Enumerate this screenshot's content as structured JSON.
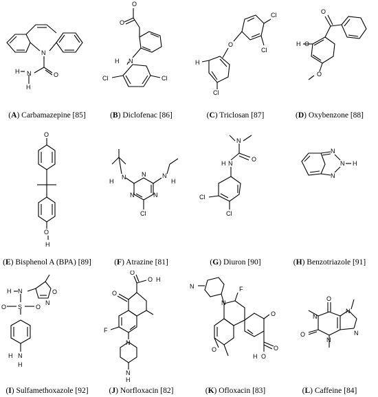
{
  "compounds": [
    {
      "letter": "A",
      "name": "Carbamazepine",
      "ref": "[85]"
    },
    {
      "letter": "B",
      "name": "Diclofenac",
      "ref": "[86]"
    },
    {
      "letter": "C",
      "name": "Triclosan",
      "ref": "[87]"
    },
    {
      "letter": "D",
      "name": "Oxybenzone",
      "ref": "[88]"
    },
    {
      "letter": "E",
      "name": "Bisphenol A (BPA)",
      "ref": "[89]"
    },
    {
      "letter": "F",
      "name": "Atrazine",
      "ref": "[81]"
    },
    {
      "letter": "G",
      "name": "Diuron",
      "ref": "[90]"
    },
    {
      "letter": "H",
      "name": "Benzotriazole",
      "ref": "[91]"
    },
    {
      "letter": "I",
      "name": "Sulfamethoxazole",
      "ref": "[92]"
    },
    {
      "letter": "J",
      "name": "Norfloxacin",
      "ref": "[82]"
    },
    {
      "letter": "K",
      "name": "Ofloxacin",
      "ref": "[83]"
    },
    {
      "letter": "L",
      "name": "Caffeine",
      "ref": "[84]"
    }
  ],
  "atoms": {
    "N": "N",
    "O": "O",
    "H": "H",
    "Cl": "Cl",
    "F": "F",
    "S": "S"
  }
}
